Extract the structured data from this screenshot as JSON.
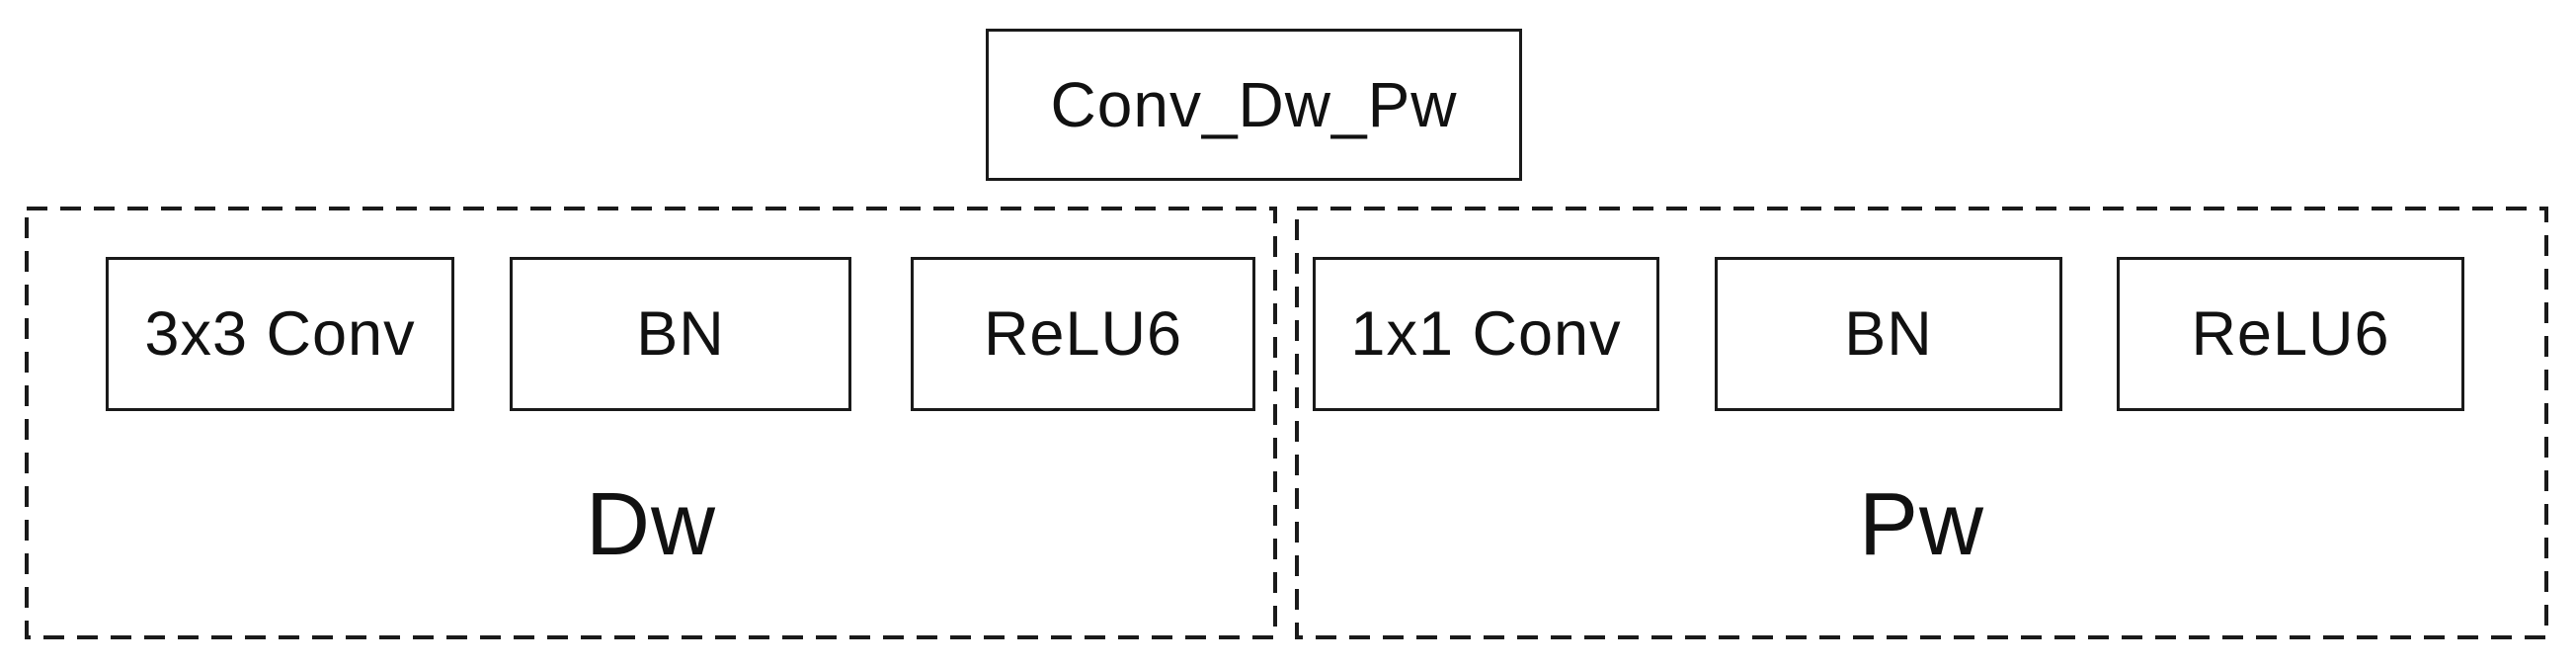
{
  "diagram": {
    "title": "Conv_Dw_Pw",
    "groups": [
      {
        "label": "Dw",
        "blocks": [
          "3x3 Conv",
          "BN",
          "ReLU6"
        ]
      },
      {
        "label": "Pw",
        "blocks": [
          "1x1 Conv",
          "BN",
          "ReLU6"
        ]
      }
    ],
    "colors": {
      "line": "#1a1a1a",
      "background": "#ffffff",
      "text": "#111111"
    }
  }
}
